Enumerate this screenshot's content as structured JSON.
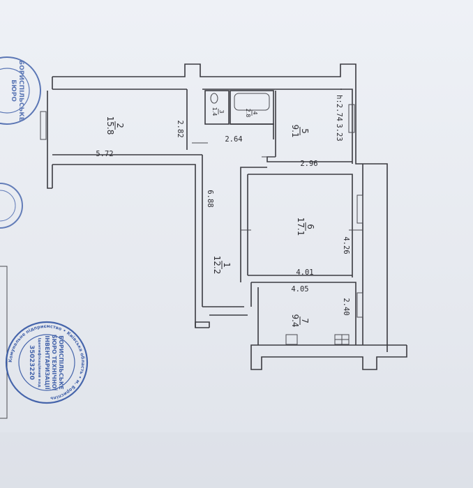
{
  "rooms": [
    {
      "id": "1",
      "area": "12.2"
    },
    {
      "id": "2",
      "area": "15.8"
    },
    {
      "id": "3",
      "area": "1.4"
    },
    {
      "id": "4",
      "area": "2.8"
    },
    {
      "id": "5",
      "area": "9.1"
    },
    {
      "id": "6",
      "area": "17.1"
    },
    {
      "id": "7",
      "area": "9.4"
    }
  ],
  "dimensions": {
    "d_572": "5.72",
    "d_282": "2.82",
    "d_264": "2.64",
    "d_274": "h:2.74",
    "d_323": "3.23",
    "d_296": "2.96",
    "d_688": "6.88",
    "d_426": "4.26",
    "d_401": "4.01",
    "d_405": "4.05",
    "d_240": "2.40"
  },
  "stamps": {
    "main_line1": "БОРИСПІЛЬСЬКЕ",
    "main_line2": "БЮРО ТЕХНІЧНОЇ",
    "main_line3": "ІНВЕНТАРИЗАЦІЇ",
    "main_code": "35023220",
    "main_ring": "Комунальне підприємство • Київська область • м. Бориспіль",
    "main_inner": "Ідентифікаційний код",
    "top_line1": "БОРИСПІЛЬСЬКЕ",
    "top_line2": "БЮРО"
  },
  "colors": {
    "ink": "#3a3a40",
    "stamp_blue": "#2b4fa0",
    "paper": "#e9ecf2"
  }
}
